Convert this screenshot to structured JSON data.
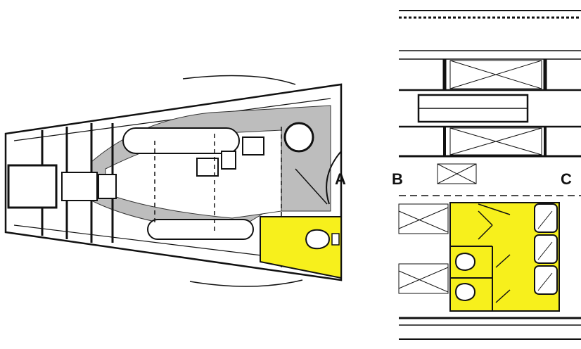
{
  "labels": {
    "a": "A",
    "b": "B",
    "c": "C"
  },
  "colors": {
    "highlight": "#f7f01c",
    "ink": "#111111",
    "hatch": "#555555"
  }
}
